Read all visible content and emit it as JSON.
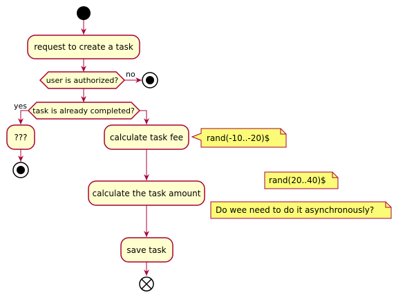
{
  "diagram": {
    "actions": {
      "request": "request to create a task",
      "calc_fee": "calculate task fee",
      "unknown": "???",
      "calc_amount": "calculate the task amount",
      "save": "save task"
    },
    "decisions": {
      "authorized": "user is authorized?",
      "completed": "task is already completed?"
    },
    "guards": {
      "no": "no",
      "yes": "yes"
    },
    "notes": {
      "fee_note": "rand(-10..-20)$",
      "amount_note": "rand(20..40)$",
      "async_note": "Do wee need to do it asynchronously?"
    },
    "colors": {
      "node_fill": "#fefece",
      "node_stroke": "#a80036",
      "note_fill": "#fbfb77",
      "note_stroke": "#a80036",
      "arrow": "#a80036"
    }
  }
}
